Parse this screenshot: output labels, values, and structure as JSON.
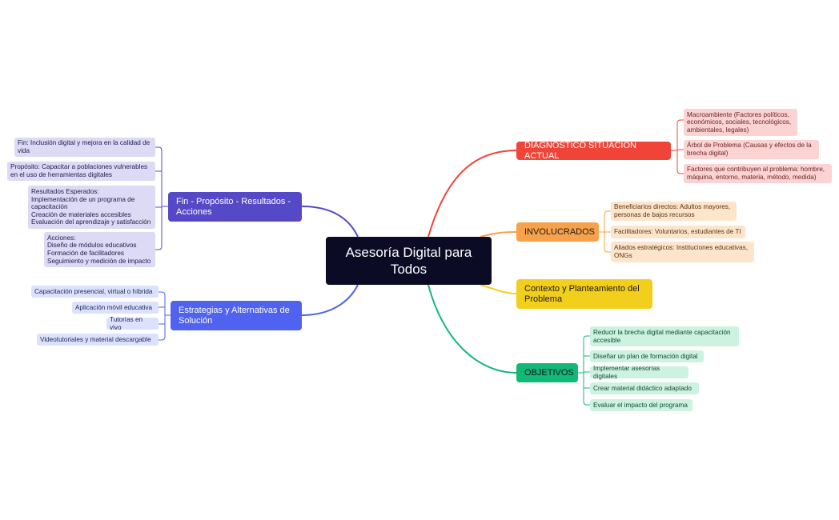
{
  "central": {
    "label": "Asesoría Digital para\nTodos"
  },
  "colors": {
    "central_bg": "#0b0b26",
    "diagnostico": "#f04438",
    "involucrados": "#f7a14a",
    "contexto": "#f2cf1c",
    "objetivos": "#11b978",
    "fin": "#5649c8",
    "estrategias": "#4f63f0"
  },
  "branches": {
    "diagnostico": {
      "label": "DIAGNOSTICO SITUACION ACTUAL",
      "children": [
        "Macroambiente (Factores políticos,\neconómicos, sociales, tecnológicos,\nambientales, legales)",
        "Árbol de Problema (Causas y efectos de la\nbrecha digital)",
        "Factores que contribuyen al problema: hombre,\nmáquina, entorno, materia, método, medida)"
      ]
    },
    "involucrados": {
      "label": "INVOLUCRADOS",
      "children": [
        "Beneficiarios directos: Adultos mayores,\npersonas de bajos recursos",
        "Facilitadores: Voluntarios, estudiantes de TI",
        "Aliados estratégicos: Instituciones educativas,\nONGs"
      ]
    },
    "contexto": {
      "label": "Contexto y Planteamiento del\nProblema",
      "children": []
    },
    "objetivos": {
      "label": "OBJETIVOS",
      "children": [
        "Reducir la brecha digital mediante capacitación\naccesible",
        "Diseñar un plan de formación digital",
        "Implementar asesorías digitales",
        "Crear material didáctico adaptado",
        "Evaluar el impacto del programa"
      ]
    },
    "fin": {
      "label": "Fin - Propósito - Resultados -\nAcciones",
      "children": [
        "Fin: Inclusión digital y mejora en la calidad de\nvida",
        "Propósito: Capacitar a poblaciones vulnerables\nen el uso de herramientas digitales",
        "Resultados Esperados:\nImplementación de un programa de\ncapacitación\nCreación de materiales accesibles\nEvaluación del aprendizaje y satisfacción",
        "Acciones:\nDiseño de módulos educativos\nFormación de facilitadores\nSeguimiento y medición de impacto"
      ]
    },
    "estrategias": {
      "label": "Estrategias y Alternativas de\nSolución",
      "children": [
        "Capacitación presencial, virtual o híbrida",
        "Aplicación móvil educativa",
        "Tutorías en vivo",
        "Videotutoriales y material descargable"
      ]
    }
  }
}
